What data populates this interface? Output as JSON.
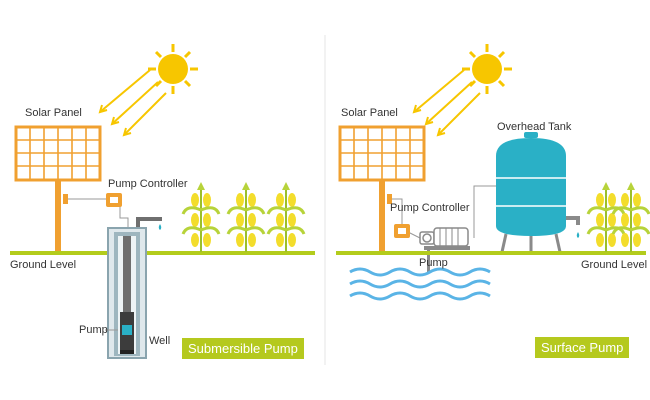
{
  "left": {
    "solar_panel": "Solar Panel",
    "pump_controller": "Pump Controller",
    "ground_level": "Ground Level",
    "pump": "Pump",
    "well": "Well",
    "caption": "Submersible Pump"
  },
  "right": {
    "solar_panel": "Solar Panel",
    "overhead_tank": "Overhead Tank",
    "pump_controller": "Pump Controller",
    "pump": "Pump",
    "ground_level": "Ground Level",
    "caption": "Surface Pump"
  },
  "colors": {
    "panel_orange": "#f0a030",
    "sun_yellow": "#f7c600",
    "ground_green": "#b3cc1c",
    "caption_green": "#b5c91e",
    "tank_teal": "#2ab0c6",
    "water_blue": "#5ab4e6",
    "corn_green": "#b7d33a",
    "corn_yellow": "#f3dd2c",
    "well_gray": "#8aa4ae"
  }
}
